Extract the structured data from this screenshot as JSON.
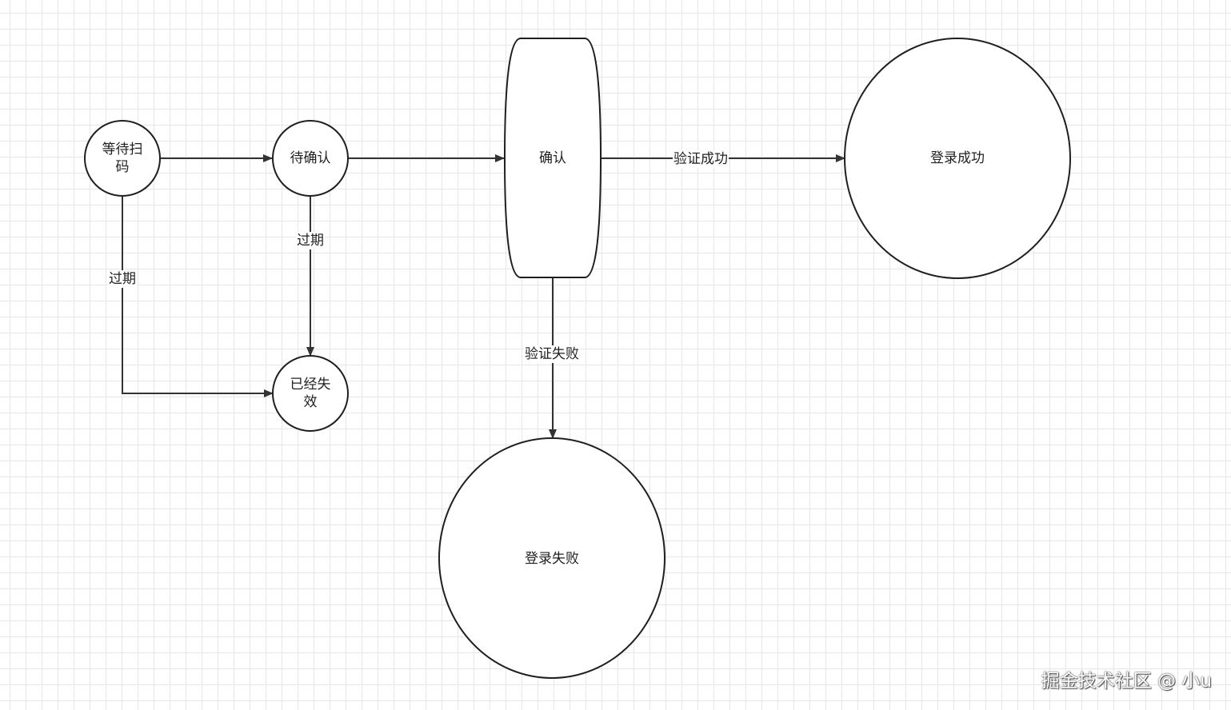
{
  "nodes": {
    "waiting_scan": "等待扫码",
    "pending_confirm": "待确认",
    "confirm": "确认",
    "expired": "已经失效",
    "login_success": "登录成功",
    "login_failed": "登录失败"
  },
  "edges": {
    "waiting_to_expired": "过期",
    "pending_to_expired": "过期",
    "confirm_to_success": "验证成功",
    "confirm_to_failed": "验证失败"
  },
  "watermark": "掘金技术社区 @ 小u"
}
